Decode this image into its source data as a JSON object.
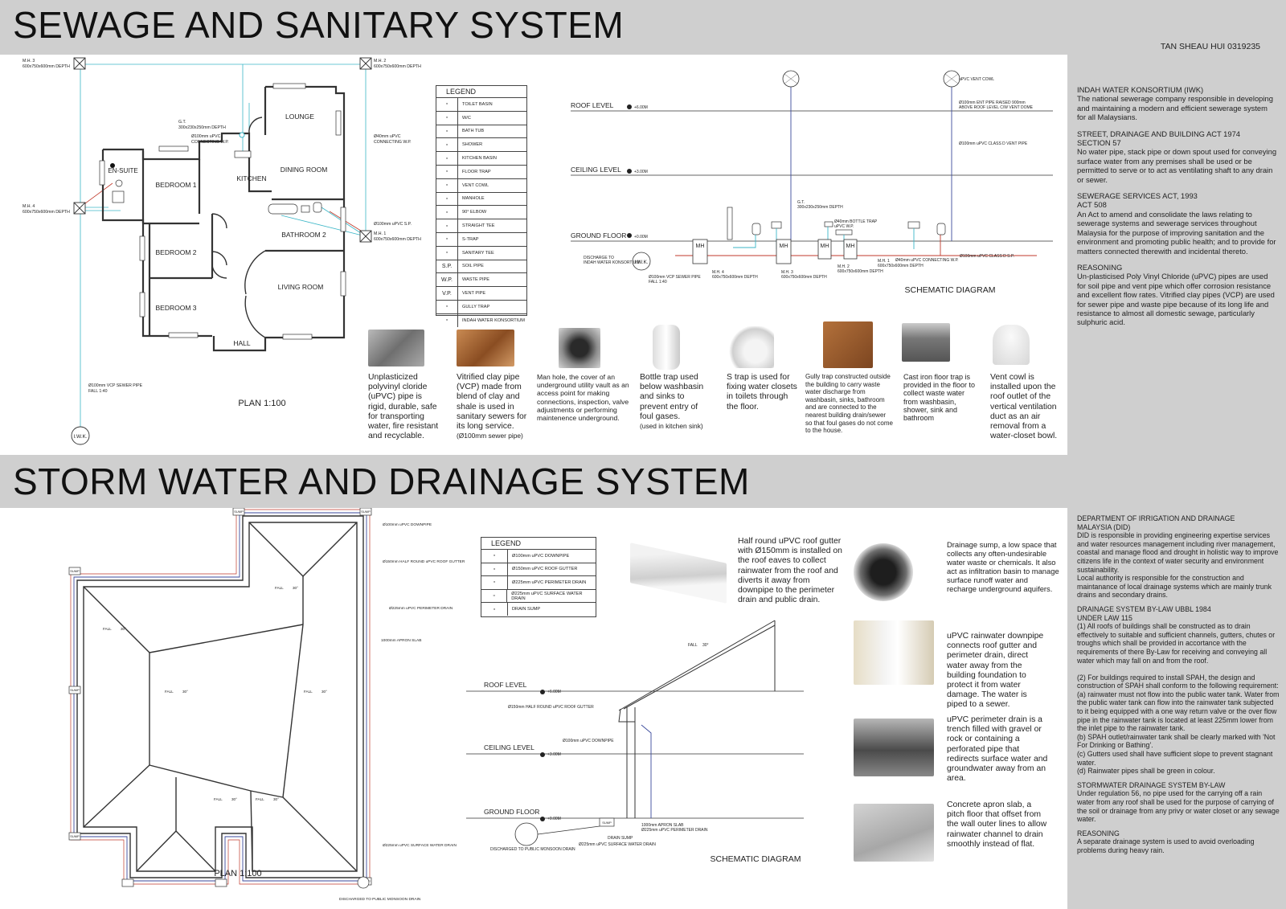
{
  "sewage": {
    "title": "SEWAGE AND SANITARY SYSTEM",
    "author": "TAN SHEAU HUI 0319235",
    "plan_label": "PLAN 1:100",
    "schematic_label": "SCHEMATIC DIAGRAM",
    "rooms": [
      "LOUNGE",
      "DINING ROOM",
      "KITCHEN",
      "EN-SUITE",
      "BEDROOM 1",
      "BEDROOM 2",
      "BATHROOM 2",
      "LIVING ROOM",
      "BEDROOM 3",
      "HALL"
    ],
    "plan_annotations": {
      "mh3": "M.H. 3",
      "mh3_dim": "600x750x600mm  DEPTH",
      "mh2": "M.H. 2",
      "mh2_dim": "600x750x600mm  DEPTH",
      "mh4": "M.H. 4",
      "mh4_dim": "600x750x600mm  DEPTH",
      "mh1": "M.H. 1",
      "mh1_dim": "600x750x600mm  DEPTH",
      "gt": "G.T.",
      "gt_dim": "300x230x250mm  DEPTH",
      "upvc_wp1": "Ø100mm uPVC",
      "upvc_wp2": "CONNECTING W.P.",
      "upvc40_1": "Ø40mm uPVC",
      "upvc40_2": "CONNECTING W.P.",
      "upvc_sp": "Ø100mm uPVC S.P.",
      "vcp1": "Ø100mm VCP SEWER PIPE",
      "vcp2": "FALL 1:40",
      "iwk": "I.W.K."
    },
    "legend": {
      "title": "LEGEND",
      "items": [
        {
          "icon": "toilet-basin-icon",
          "label": "TOILET BASIN"
        },
        {
          "icon": "wc-icon",
          "label": "W/C"
        },
        {
          "icon": "bath-tub-icon",
          "label": "BATH TUB"
        },
        {
          "icon": "shower-icon",
          "label": "SHOWER"
        },
        {
          "icon": "kitchen-basin-icon",
          "label": "KITCHEN BASIN"
        },
        {
          "icon": "floor-trap-icon",
          "label": "FLOOR TRAP"
        },
        {
          "icon": "vent-cowl-icon",
          "label": "VENT COWL"
        },
        {
          "icon": "manhole-icon",
          "label": "MANHOLE"
        },
        {
          "icon": "elbow-icon",
          "label": "90° ELBOW"
        },
        {
          "icon": "straight-tee-icon",
          "label": "STRAIGHT TEE"
        },
        {
          "icon": "s-trap-icon",
          "label": "S-TRAP"
        },
        {
          "icon": "sanitary-tee-icon",
          "label": "SANITARY TEE"
        },
        {
          "icon": "soil-pipe-icon",
          "symbol": "S.P.",
          "label": "SOIL PIPE"
        },
        {
          "icon": "waste-pipe-icon",
          "symbol": "W.P.",
          "label": "WASTE PIPE"
        },
        {
          "icon": "vent-pipe-icon",
          "symbol": "V.P.",
          "label": "VENT PIPE"
        },
        {
          "icon": "gully-trap-icon",
          "label": "GULLY TRAP"
        },
        {
          "icon": "iwk-icon",
          "label": "INDAH WATER KONSORTIUM"
        }
      ]
    },
    "schematic": {
      "roof_level": "ROOF LEVEL",
      "roof_val": "+6.00M",
      "ceiling_level": "CEILING LEVEL",
      "ceiling_val": "+3.00M",
      "ground_floor": "GROUND FLOOR",
      "ground_val": "+0.00M",
      "vent_cowl": "uPVC VENT COWL",
      "ent1": "Ø100mm ENT PIPE RAISED 900mm",
      "ent2": "ABOVE ROOF LEVEL C/W VENT DOME",
      "vent_pipe": "Ø100mm uPVC CLASS D VENT PIPE",
      "gt": "G.T.",
      "gt_dim": "300x230x250mm  DEPTH",
      "bottle1": "Ø40mm BOTTLE TRAP",
      "bottle2": "uPVC W.P.",
      "sp": "Ø100mm uPVC CLASS D S.P.",
      "wp40": "Ø40mm uPVC CONNECTING W.P.",
      "discharge1": "DISCHARGE TO",
      "discharge2": "INDAH WATER KONSORTIUM",
      "iwk": "I.W.K.",
      "vcp1": "Ø100mm VCP SEWER PIPE",
      "vcp2": "FALL 1:40",
      "mh": "MH",
      "mh4": "M.H. 4",
      "mh4_dim": "600x750x600mm  DEPTH",
      "mh3": "M.H. 3",
      "mh3_dim": "600x750x600mm  DEPTH",
      "mh2": "M.H. 2",
      "mh2_dim": "600x750x600mm  DEPTH",
      "mh1": "M.H. 1",
      "mh1_dim": "600x750x600mm  DEPTH"
    },
    "captions": [
      {
        "text": "Unplasticized polyvinyl cloride (uPVC) pipe is rigid, durable, safe for transporting water, fire resistant and recyclable.",
        "note": ""
      },
      {
        "text": "Vitrified clay pipe (VCP) made from blend of clay and shale is used in sanitary sewers for its long service.",
        "note": "(Ø100mm sewer pipe)"
      },
      {
        "text": "Man hole, the cover of an underground utility vault as an access point for making connections, inspection, valve adjustments or performing maintenence underground.",
        "note": ""
      },
      {
        "text": "Bottle trap used below washbasin and sinks to prevent entry of foul gases.",
        "note": "(used in kitchen sink)"
      },
      {
        "text": "S trap is used for fixing water closets in toilets through the floor.",
        "note": ""
      },
      {
        "text": "Gully trap constructed outside the building to carry waste water discharge from washbasin, sinks, bathroom and are connected to the nearest building drain/sewer so that foul gases do not come to the house.",
        "note": ""
      },
      {
        "text": "Cast iron floor trap  is provided in the floor to collect waste water from washbasin, shower, sink and bathroom",
        "note": ""
      },
      {
        "text": "Vent cowl is installed upon the roof outlet of the vertical ventilation duct as an air removal from a water-closet bowl.",
        "note": ""
      }
    ],
    "notes": [
      {
        "heading": "INDAH WATER KONSORTIUM (IWK)",
        "body": "The national sewerage company responsible in developing and maintaining a modern and efficient sewerage system for all Malaysians."
      },
      {
        "heading": "STREET, DRAINAGE AND BUILDING ACT 1974\nSECTION 57",
        "body": "No water pipe, stack pipe or down spout used for conveying surface water from any premises shall be used or be permitted to serve or to act as ventilating shaft to any drain or sewer."
      },
      {
        "heading": "SEWERAGE SERVICES ACT, 1993\nACT 508",
        "body": "An Act to amend and consolidate the laws relating to sewerage systems and sewerage services throughout Malaysia for the purpose of improving sanitation and the environment and promoting public health; and to provide for matters connected therewith and incidental thereto."
      },
      {
        "heading": "REASONING",
        "body": "Un-plasticised Poly Vinyl Chloride (uPVC) pipes are used for soil pipe and vent pipe which offer corrosion resistance and excellent flow rates. Vitrified clay pipes (VCP) are used for sewer pipe and waste pipe because of its long life and resistance to almost all domestic sewage, particularly sulphuric acid."
      }
    ]
  },
  "storm": {
    "title": "STORM WATER AND DRAINAGE SYSTEM",
    "plan_label": "PLAN 1:100",
    "schematic_label": "SCHEMATIC DIAGRAM",
    "plan_annotations": {
      "sump": "SUMP",
      "fall": "FALL",
      "angle": "30°",
      "downpipe": "Ø100mm uPVC DOWNPIPE",
      "gutter": "Ø150mm HALF ROUND uPVC ROOF GUTTER",
      "perimeter": "Ø225mm uPVC PERIMETER DRAIN",
      "apron": "1000mm APRON SLAB",
      "surface": "Ø225mm uPVC SURFACE WATER DRAIN",
      "discharge": "DISCHARGED TO PUBLIC MONSOON DRAIN"
    },
    "legend": {
      "title": "LEGEND",
      "items": [
        {
          "icon": "downpipe-icon",
          "label": "Ø100mm uPVC DOWNPIPE"
        },
        {
          "icon": "roof-gutter-icon",
          "label": "Ø150mm uPVC ROOF GUTTER"
        },
        {
          "icon": "perimeter-drain-icon",
          "label": "Ø225mm uPVC PERIMETER DRAIN"
        },
        {
          "icon": "surface-drain-icon",
          "label": "Ø225mm uPVC SURFACE WATER DRAIN"
        },
        {
          "icon": "drain-sump-icon",
          "label": "DRAIN SUMP"
        }
      ]
    },
    "schematic": {
      "roof_level": "ROOF LEVEL",
      "roof_val": "+6.00M",
      "ceiling_level": "CEILING LEVEL",
      "ceiling_val": "+3.00M",
      "ground_floor": "GROUND FLOOR",
      "ground_val": "+0.00M",
      "fall": "FALL",
      "angle": "30°",
      "gutter": "Ø150mm HALF ROUND uPVC ROOF GUTTER",
      "downpipe": "Ø100mm uPVC DOWNPIPE",
      "apron": "1000mm APRON SLAB",
      "perimeter": "Ø225mm uPVC PERIMETER DRAIN",
      "drain_sump": "DRAIN SUMP",
      "surface": "Ø225mm uPVC SURFACE WATER DRAIN",
      "discharge": "DISCHARGED TO PUBLIC MONSOON DRAIN",
      "sump": "SUMP"
    },
    "captions": {
      "gutter": "Half round uPVC roof gutter with Ø150mm is installed on the roof eaves to collect rainwater from the roof and diverts it away from downpipe to the perimeter drain and public drain.",
      "sump": "Drainage sump, a low space that collects any often-undesirable water waste or chemicals. It also act as infiltration basin to manage surface runoff water and recharge underground aquifers.",
      "downpipe": "uPVC rainwater downpipe connects roof gutter and perimeter drain, direct water away from the building foundation to protect it from water damage. The water is piped to a sewer.",
      "perimeter": "uPVC perimeter drain is a trench filled with gravel or rock or containing a perforated pipe that redirects surface water and groundwater away from an area.",
      "apron": "Concrete apron slab, a pitch floor that offset from the wall outer lines to allow rainwater channel to drain smoothly instead of flat."
    },
    "notes": [
      {
        "heading": "DEPARTMENT OF IRRIGATION AND DRAINAGE\nMALAYSIA (DID)",
        "body": "DID is responsible in providing engineering expertise services and water resources management including river management, coastal and manage flood and drought in holistic way to improve citizens life in the context of water security and environment sustainability.\nLocal authority is responsible for the construction and maintanance of local drainage systems which are mainly trunk drains and secondary drains."
      },
      {
        "heading": "DRAINAGE SYSTEM BY-LAW UBBL 1984\nUNDER LAW 115",
        "body": "(1) All roofs of buildings shall be constructed as to drain effectively to suitable and sufficient channels, gutters, chutes or troughs which shall be provided in accortance with the requirements of there By-Law for receiving and conveying all water which may fall on and from the roof.\n\n(2) For buildings required to install SPAH, the design and construction of SPAH shall conform to the following requirement:\n(a) rainwater must not flow into the public water tank. Water from the public water tank can flow into the rainwater tank subjected to it being equipped with a one way return valve or the over flow pipe in the rainwater tank is located at least 225mm lower from the inlet pipe to the rainwater tank.\n(b) SPAH outlet/rainwater tank shall be clearly marked with 'Not For Drinking or Bathing'.\n(c) Gutters used shall have sufficient slope to prevent stagnant water.\n(d) Rainwater pipes shall be green in colour."
      },
      {
        "heading": "STORMWATER DRAINAGE SYSTEM BY-LAW",
        "body": "Under regulation 56, no pipe used for the carrying off a rain water from any roof shall be used for the purpose of carrying of the soil or drainage from any privy or water closet or any sewage water."
      },
      {
        "heading": "REASONING",
        "body": "A separate drainage system is used to avoid overloading problems during heavy rain."
      }
    ]
  },
  "colors": {
    "band": "#cfcfcf",
    "panel": "#ffffff",
    "water_cyan": "#3bb6c7",
    "sewer_red": "#c0392b",
    "vent_blue": "#3b4a9c",
    "line": "#333333"
  }
}
